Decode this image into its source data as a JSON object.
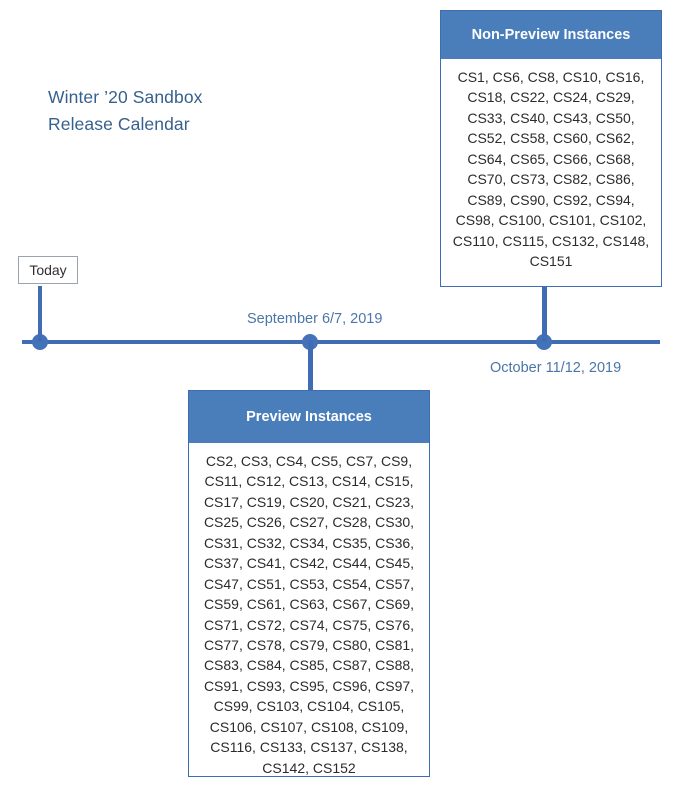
{
  "title": {
    "line1": "Winter ’20 Sandbox",
    "line2": "Release Calendar"
  },
  "watermark": {
    "text": ""
  },
  "timeline": {
    "today_label": "Today",
    "milestones": [
      {
        "label": "September 6/7, 2019"
      },
      {
        "label": "October 11/12, 2019"
      }
    ]
  },
  "non_preview": {
    "header": "Non-Preview Instances",
    "rows": [
      "CS1, CS6, CS8, CS10, CS16,",
      "CS18, CS22, CS24, CS29,",
      "CS33, CS40, CS43, CS50,",
      "CS52, CS58, CS60, CS62,",
      "CS64, CS65, CS66, CS68,",
      "CS70, CS73, CS82, CS86,",
      "CS89, CS90, CS92, CS94,",
      "CS98, CS100, CS101, CS102,",
      "CS110, CS115, CS132, CS148,",
      "CS151"
    ],
    "instances": [
      "CS1",
      "CS6",
      "CS8",
      "CS10",
      "CS16",
      "CS18",
      "CS22",
      "CS24",
      "CS29",
      "CS33",
      "CS40",
      "CS43",
      "CS50",
      "CS52",
      "CS58",
      "CS60",
      "CS62",
      "CS64",
      "CS65",
      "CS66",
      "CS68",
      "CS70",
      "CS73",
      "CS82",
      "CS86",
      "CS89",
      "CS90",
      "CS92",
      "CS94",
      "CS98",
      "CS100",
      "CS101",
      "CS102",
      "CS110",
      "CS115",
      "CS132",
      "CS148",
      "CS151"
    ]
  },
  "preview": {
    "header": "Preview Instances",
    "rows": [
      "CS2, CS3, CS4, CS5, CS7, CS9,",
      "CS11, CS12, CS13, CS14, CS15,",
      "CS17, CS19, CS20, CS21, CS23,",
      "CS25, CS26, CS27, CS28, CS30,",
      "CS31, CS32, CS34, CS35, CS36,",
      "CS37, CS41, CS42, CS44, CS45,",
      "CS47, CS51, CS53, CS54, CS57,",
      "CS59, CS61, CS63, CS67, CS69,",
      "CS71, CS72, CS74, CS75, CS76,",
      "CS77, CS78, CS79, CS80, CS81,",
      "CS83, CS84, CS85, CS87, CS88,",
      "CS91, CS93, CS95, CS96, CS97,",
      "CS99, CS103, CS104, CS105,",
      "CS106, CS107, CS108, CS109,",
      "CS116, CS133, CS137, CS138,",
      "CS142, CS152"
    ],
    "instances": [
      "CS2",
      "CS3",
      "CS4",
      "CS5",
      "CS7",
      "CS9",
      "CS11",
      "CS12",
      "CS13",
      "CS14",
      "CS15",
      "CS17",
      "CS19",
      "CS20",
      "CS21",
      "CS23",
      "CS25",
      "CS26",
      "CS27",
      "CS28",
      "CS30",
      "CS31",
      "CS32",
      "CS34",
      "CS35",
      "CS36",
      "CS37",
      "CS41",
      "CS42",
      "CS44",
      "CS45",
      "CS47",
      "CS51",
      "CS53",
      "CS54",
      "CS57",
      "CS59",
      "CS61",
      "CS63",
      "CS67",
      "CS69",
      "CS71",
      "CS72",
      "CS74",
      "CS75",
      "CS76",
      "CS77",
      "CS78",
      "CS79",
      "CS80",
      "CS81",
      "CS83",
      "CS84",
      "CS85",
      "CS87",
      "CS88",
      "CS91",
      "CS93",
      "CS95",
      "CS96",
      "CS97",
      "CS99",
      "CS103",
      "CS104",
      "CS105",
      "CS106",
      "CS107",
      "CS108",
      "CS109",
      "CS116",
      "CS133",
      "CS137",
      "CS138",
      "CS142",
      "CS152"
    ]
  },
  "colors": {
    "header_blue": "#4a7ebb",
    "line_blue": "#3f6cb3",
    "dot_blue": "#4472b8",
    "title_text": "#36618e",
    "date_text": "#4a76a8"
  }
}
